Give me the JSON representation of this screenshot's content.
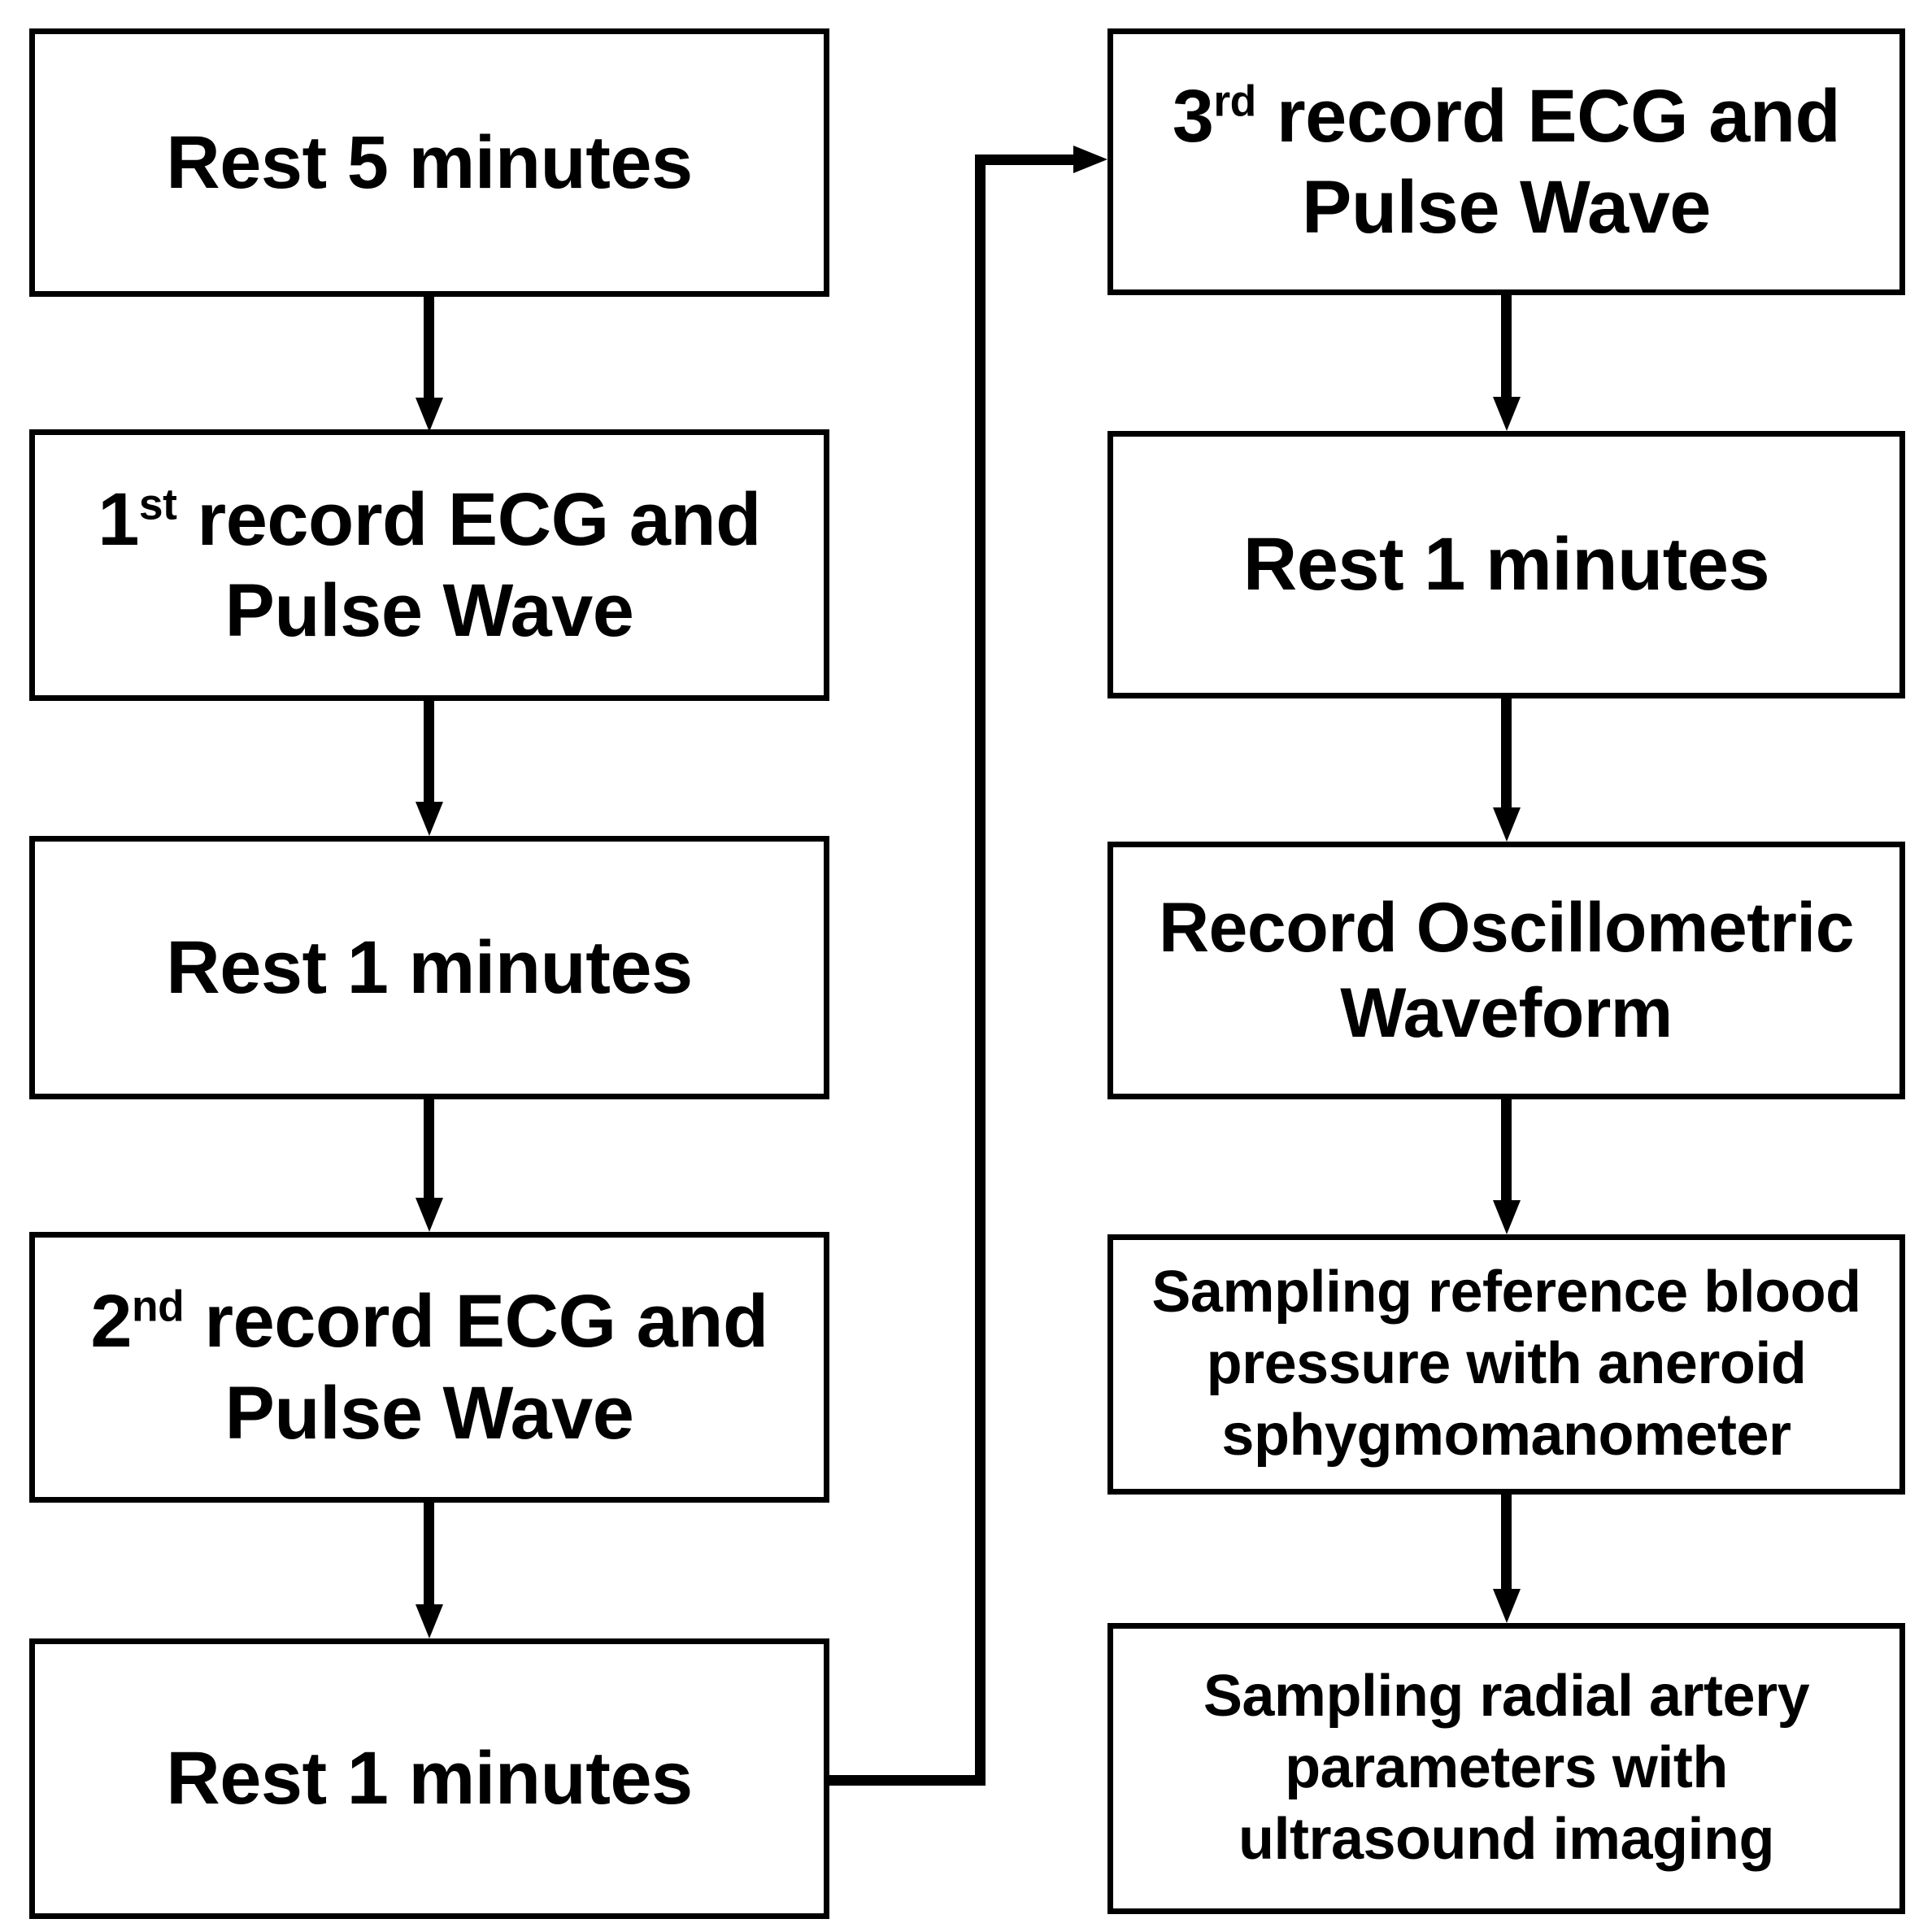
{
  "diagram": {
    "title": "Experimental measurement protocol flowchart",
    "background_color": "#ffffff",
    "line_color": "#000000",
    "box_border_color": "#000000",
    "box_fill_color": "#ffffff",
    "left_column": [
      {
        "id": "rest5",
        "text": "Rest 5 minutes"
      },
      {
        "id": "record1",
        "ordinal": "1",
        "ordinal_suffix": "st",
        "text": " record ECG and Pulse Wave"
      },
      {
        "id": "rest1a",
        "text": "Rest 1 minutes"
      },
      {
        "id": "record2",
        "ordinal": "2",
        "ordinal_suffix": "nd",
        "text": " record ECG and Pulse Wave"
      },
      {
        "id": "rest1b",
        "text": "Rest 1 minutes"
      }
    ],
    "right_column": [
      {
        "id": "record3",
        "ordinal": "3",
        "ordinal_suffix": "rd",
        "text": " record ECG and Pulse Wave"
      },
      {
        "id": "rest1c",
        "text": "Rest 1 minutes"
      },
      {
        "id": "oscillometric",
        "text": "Record Oscillometric Waveform"
      },
      {
        "id": "refbp",
        "text": "Sampling reference blood pressure with aneroid sphygmomanometer"
      },
      {
        "id": "radial",
        "text": "Sampling radial artery parameters with ultrasound imaging"
      }
    ],
    "connectors": [
      {
        "id": "a1",
        "from": "rest5",
        "to": "record1",
        "type": "arrow-down"
      },
      {
        "id": "a2",
        "from": "record1",
        "to": "rest1a",
        "type": "arrow-down"
      },
      {
        "id": "a3",
        "from": "rest1a",
        "to": "record2",
        "type": "arrow-down"
      },
      {
        "id": "a4",
        "from": "record2",
        "to": "rest1b",
        "type": "arrow-down"
      },
      {
        "id": "a5",
        "from": "rest1b",
        "to": "record3",
        "type": "elbow-arrow-right"
      },
      {
        "id": "a6",
        "from": "record3",
        "to": "rest1c",
        "type": "arrow-down"
      },
      {
        "id": "a7",
        "from": "rest1c",
        "to": "oscillometric",
        "type": "arrow-down"
      },
      {
        "id": "a8",
        "from": "oscillometric",
        "to": "refbp",
        "type": "arrow-down"
      },
      {
        "id": "a9",
        "from": "refbp",
        "to": "radial",
        "type": "arrow-down"
      }
    ]
  }
}
